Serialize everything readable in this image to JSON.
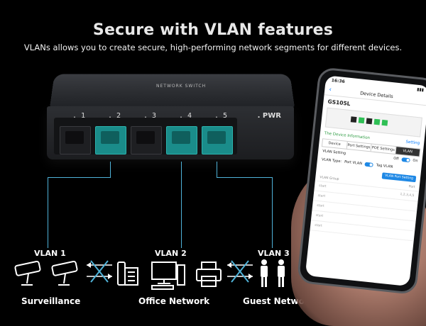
{
  "headline": "Secure with VLAN features",
  "subline": "VLANs allows you to create secure, high-performing network segments for different devices.",
  "switch": {
    "brand": "NETWORK SWITCH",
    "ports": [
      ". 1",
      ". 2",
      ". 3",
      ". 4",
      ". 5"
    ],
    "pwr": ". PWR"
  },
  "vlans": [
    {
      "label": "VLAN 1",
      "group": "Surveillance"
    },
    {
      "label": "VLAN 2",
      "group": "Office Network"
    },
    {
      "label": "VLAN 3",
      "group": "Guest Network"
    }
  ],
  "colors": {
    "cable": "#4fb3d9",
    "port_teal": "#1a8c8a",
    "cross": "#4fb3d9"
  },
  "phone": {
    "time": "16:36",
    "nav_title": "Device Details",
    "device_name": "GS105L",
    "info_left": "The Device Information",
    "info_right": "Setting",
    "tabs": [
      "Device",
      "Port Settings",
      "POE Settings",
      "VLAN"
    ],
    "vlan_setting_label": "VLAN Setting",
    "off_label": "Off",
    "on_label": "On",
    "vlan_type_label": "VLAN Type:",
    "port_vlan": "Port VLAN",
    "tag_vlan": "Tag VLAN",
    "port_btn": "VLAN Port Setting",
    "group_head": [
      "VLAN Group",
      "Port"
    ],
    "groups": [
      {
        "name": "start",
        "ports": "1,2,3,4,5"
      },
      {
        "name": "start",
        "ports": ""
      },
      {
        "name": "start",
        "ports": ""
      },
      {
        "name": "start",
        "ports": ""
      },
      {
        "name": "start",
        "ports": ""
      }
    ]
  }
}
